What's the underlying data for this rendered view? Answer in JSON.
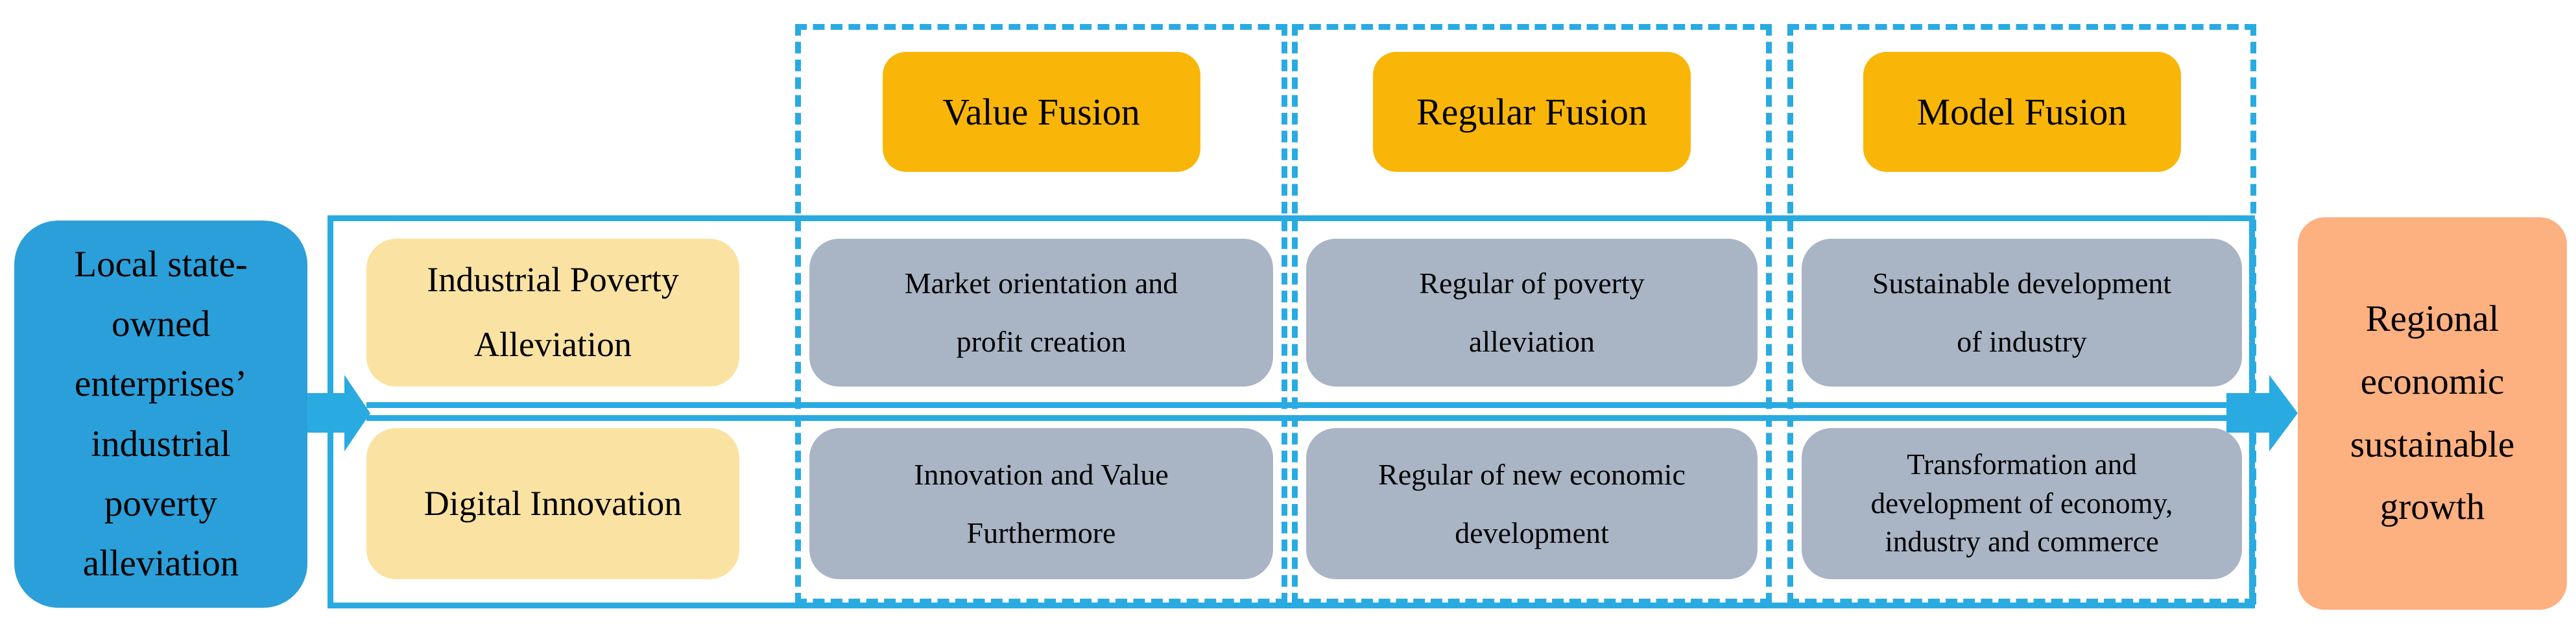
{
  "colors": {
    "accent-blue": "#29ABE2",
    "node-blue": "#2B9FD9",
    "driver-yellow": "#FAE3A2",
    "header-gold": "#F9B608",
    "cell-gray": "#A9B5C5",
    "target-orange": "#FDB080",
    "text-black": "#000000",
    "background": "#FFFFFF"
  },
  "diagram": {
    "source": {
      "lines": [
        "Local state-",
        "owned",
        "enterprises’",
        "industrial",
        "poverty",
        "alleviation"
      ]
    },
    "target": {
      "lines": [
        "Regional",
        "economic",
        "sustainable",
        "growth"
      ]
    },
    "drivers": [
      {
        "lines": [
          "Industrial Poverty",
          "Alleviation"
        ]
      },
      {
        "lines": [
          "Digital Innovation"
        ]
      }
    ],
    "columns": [
      {
        "header": "Value Fusion",
        "rows": [
          {
            "lines": [
              "Market orientation and",
              "profit creation"
            ]
          },
          {
            "lines": [
              "Innovation and Value",
              "Furthermore"
            ]
          }
        ]
      },
      {
        "header": "Regular Fusion",
        "rows": [
          {
            "lines": [
              "Regular of poverty",
              "alleviation"
            ]
          },
          {
            "lines": [
              "Regular of new economic",
              "development"
            ]
          }
        ]
      },
      {
        "header": "Model Fusion",
        "rows": [
          {
            "lines": [
              "Sustainable development",
              "of industry"
            ]
          },
          {
            "lines": [
              "Transformation and",
              "development of economy,",
              "industry and commerce"
            ]
          }
        ]
      }
    ]
  }
}
